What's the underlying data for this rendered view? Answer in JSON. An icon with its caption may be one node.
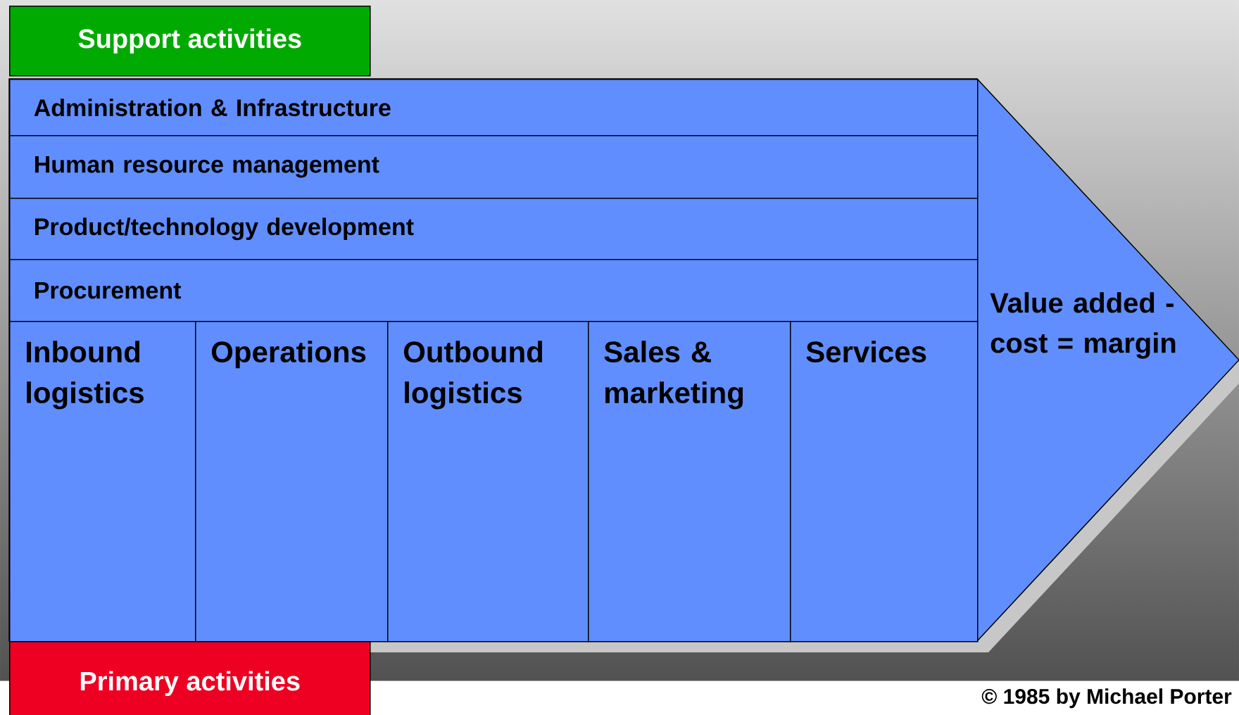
{
  "diagram": {
    "nodes": [
      {
        "text": [
          "Support activities"
        ]
      },
      {
        "text": [
          "Value added - cost = margin"
        ]
      },
      {
        "text": [
          "Administration & Infrastructure"
        ],
        "in": 1
      },
      {
        "text": [
          "Human resource management"
        ],
        "in": 1
      },
      {
        "text": [
          "Product/technology development"
        ],
        "in": 1
      },
      {
        "text": [
          "Procurement"
        ],
        "in": 1
      },
      {
        "text": [
          "Inbound logistics"
        ],
        "in": 1
      },
      {
        "text": [
          "Operations"
        ],
        "in": 1
      },
      {
        "text": [
          "Outbound logistics"
        ],
        "in": 1
      },
      {
        "text": [
          "Sales & marketing"
        ],
        "in": 1
      },
      {
        "text": [
          "Services"
        ],
        "in": 1
      },
      {
        "text": [
          "Primary activities"
        ]
      }
    ],
    "labels": [
      "© 1985 by Michael Porter"
    ]
  }
}
